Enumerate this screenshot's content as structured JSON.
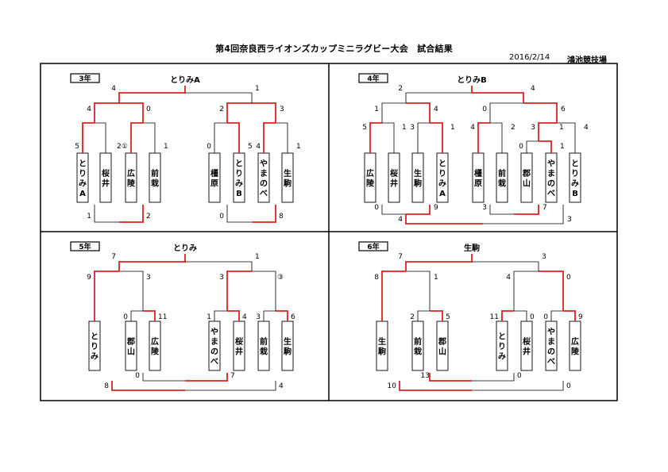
{
  "header": {
    "title": "第4回奈良西ライオンズカップミニラグビー大会　試合結果",
    "date": "2016/2/14",
    "venue": "鴻池競技場"
  },
  "colors": {
    "winner_line": "#dd2222",
    "line": "#000000",
    "border": "#000000"
  },
  "panels": [
    {
      "label": "3年",
      "winner": "とりみA",
      "teams": [
        "とりみA",
        "桜井",
        "広陵",
        "前栽",
        "橿原",
        "とりみB",
        "やまのべ",
        "生駒"
      ],
      "first_round_scores": [
        "5",
        "2",
        "①",
        "1",
        "0",
        "5",
        "4",
        "1"
      ],
      "semi_scores": [
        "4",
        "0",
        "2",
        "3"
      ],
      "final_scores": [
        "4",
        "1"
      ],
      "third_place_scores": [
        "1",
        "2"
      ],
      "fifth_place_scores": [
        "0",
        "8"
      ]
    },
    {
      "label": "4年",
      "winner": "とりみB",
      "teams": [
        "広陵",
        "桜井",
        "生駒",
        "とりみA",
        "橿原",
        "前栽",
        "郡山",
        "やまのべ",
        "とりみB"
      ],
      "first_round_scores": [
        "5",
        "1",
        "3",
        "1",
        "4",
        "2",
        "0",
        "1",
        "4"
      ],
      "quarter_scores": [
        "3",
        "1"
      ],
      "semi_scores": [
        "1",
        "4",
        "0",
        "6"
      ],
      "final_scores": [
        "2",
        "4"
      ],
      "placement_scores": [
        "0",
        "9",
        "4",
        "3",
        "7",
        "3"
      ]
    },
    {
      "label": "5年",
      "winner": "とりみ",
      "teams": [
        "とりみ",
        "郡山",
        "広陵",
        "やまのべ",
        "桜井",
        "前栽",
        "生駒"
      ],
      "first_round_scores": [
        "0",
        "11",
        "1",
        "4",
        "3",
        "6"
      ],
      "semi_scores": [
        "9",
        "3",
        "3",
        "③"
      ],
      "final_scores": [
        "7",
        "1"
      ],
      "placement_scores": [
        "0",
        "7",
        "8",
        "4"
      ]
    },
    {
      "label": "6年",
      "winner": "生駒",
      "teams": [
        "生駒",
        "前栽",
        "郡山",
        "とりみ",
        "桜井",
        "やまのべ",
        "広陵"
      ],
      "first_round_scores": [
        "2",
        "5",
        "11",
        "0",
        "0",
        "9"
      ],
      "semi_scores": [
        "8",
        "1",
        "4",
        "0"
      ],
      "final_scores": [
        "7",
        "3"
      ],
      "placement_scores": [
        "13",
        "0",
        "10",
        "0"
      ]
    }
  ]
}
